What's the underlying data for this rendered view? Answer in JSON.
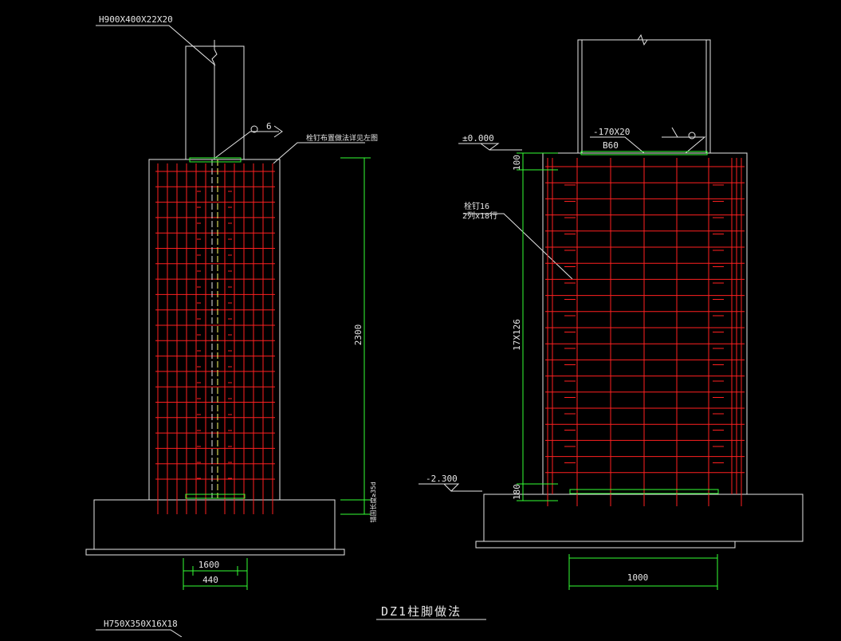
{
  "drawing": {
    "title": "DZ1柱脚做法",
    "top_left_label": "H900X400X22X20",
    "bottom_left_label": "H750X350X16X18"
  },
  "left_detail": {
    "column_marker": "6",
    "anchor_note": "栓钉布置做法详见左图",
    "dim_height": "2300",
    "dim_anchor": "锚固长度≥35d",
    "dim_outer": "1600",
    "dim_inner": "440"
  },
  "right_detail": {
    "elev_top": "±0.000",
    "elev_bottom": "-2.300",
    "plate_label_1": "-170X20",
    "plate_label_2": "B60",
    "stud_label_1": "栓钉16",
    "stud_label_2": "2列x18行",
    "dim_top": "100",
    "dim_mid": "17X126",
    "dim_bottom": "180",
    "dim_width": "1000"
  },
  "colors": {
    "line": "#e6e6e6",
    "rebar": "#ff2020",
    "dimension": "#33ff33"
  }
}
